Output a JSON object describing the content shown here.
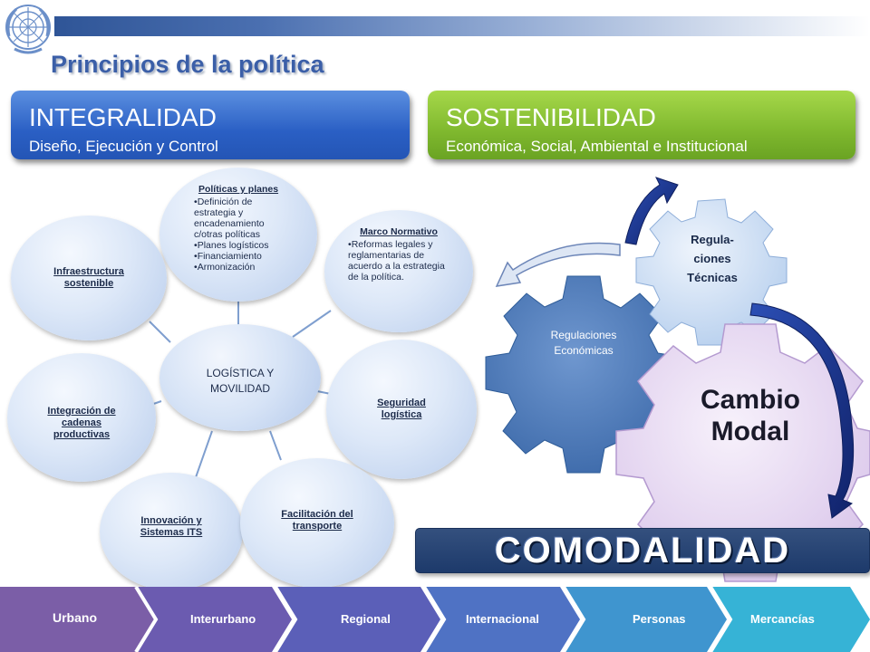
{
  "header": {
    "title": "Principios de la política"
  },
  "banners": {
    "integralidad": {
      "title": "INTEGRALIDAD",
      "subtitle": "Diseño, Ejecución y Control"
    },
    "sostenibilidad": {
      "title": "SOSTENIBILIDAD",
      "subtitle": "Económica, Social, Ambiental e Institucional"
    }
  },
  "hub": {
    "center": "LOGÍSTICA Y MOVILIDAD",
    "politicas": {
      "title": "Políticas y planes",
      "items": [
        "Definición de estrategia y encadenamiento c/otras políticas",
        "Planes logísticos",
        "Financiamiento",
        "Armonización"
      ]
    },
    "marco": {
      "title": "Marco Normativo",
      "items": [
        "Reformas legales y reglamentarias de acuerdo a la estrategia de la política."
      ]
    },
    "seguridad": "Seguridad logística",
    "facilitacion": "Facilitación del transporte",
    "innovacion": "Innovación y Sistemas ITS",
    "integracion": "Integración de cadenas productivas",
    "infraestructura": "Infraestructura sostenible"
  },
  "gears": {
    "economicas": "Regulaciones Económicas",
    "tecnicas": "Regula-ciones Técnicas",
    "modal": "Cambio Modal"
  },
  "comodalidad": "COMODALIDAD",
  "chevrons": [
    "Urbano",
    "Interurbano",
    "Regional",
    "Internacional",
    "Personas",
    "Mercancías"
  ],
  "colors": {
    "title": "#3b5fa8",
    "banner_blue": "#2a5fc4",
    "banner_green": "#7fb82e",
    "gear_blue": "#4f81bd",
    "gear_light": "#c6d9f1",
    "gear_purple": "#e6d8f2",
    "arrow": "#1f3a93"
  }
}
